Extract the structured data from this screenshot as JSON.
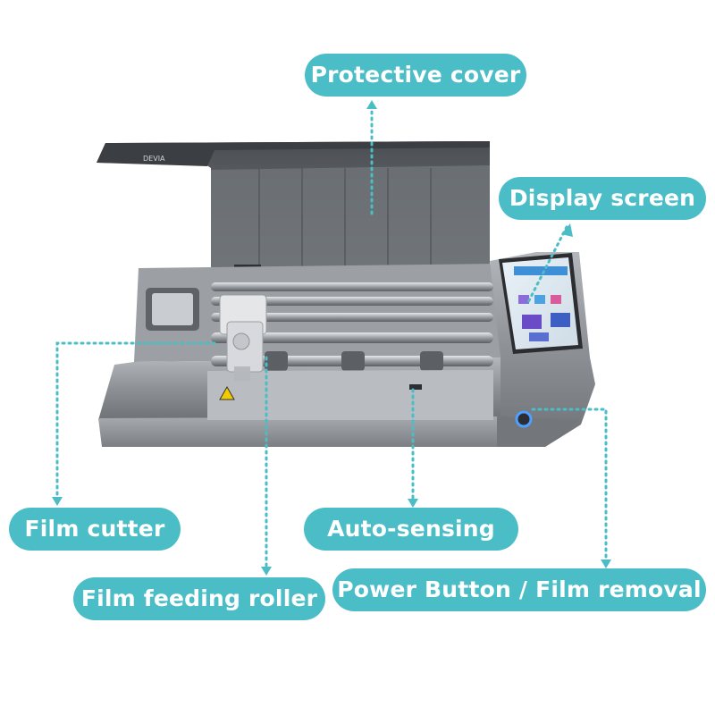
{
  "brand": {
    "logo_text": "DEVIA"
  },
  "labels": {
    "protective_cover": "Protective cover",
    "display_screen": "Display screen",
    "film_cutter": "Film cutter",
    "auto_sensing": "Auto-sensing",
    "film_feeding_roller": "Film feeding roller",
    "power_button": "Power Button / Film removal"
  },
  "colors": {
    "accent": "#4bbdc7",
    "label_text": "#ffffff",
    "machine_body": "#8e9297",
    "cover": "#5d6066",
    "leader_line": "#4bbdc7"
  },
  "icons": {
    "power": "power-button-ring-icon",
    "warning": "warning-triangle-icon"
  }
}
